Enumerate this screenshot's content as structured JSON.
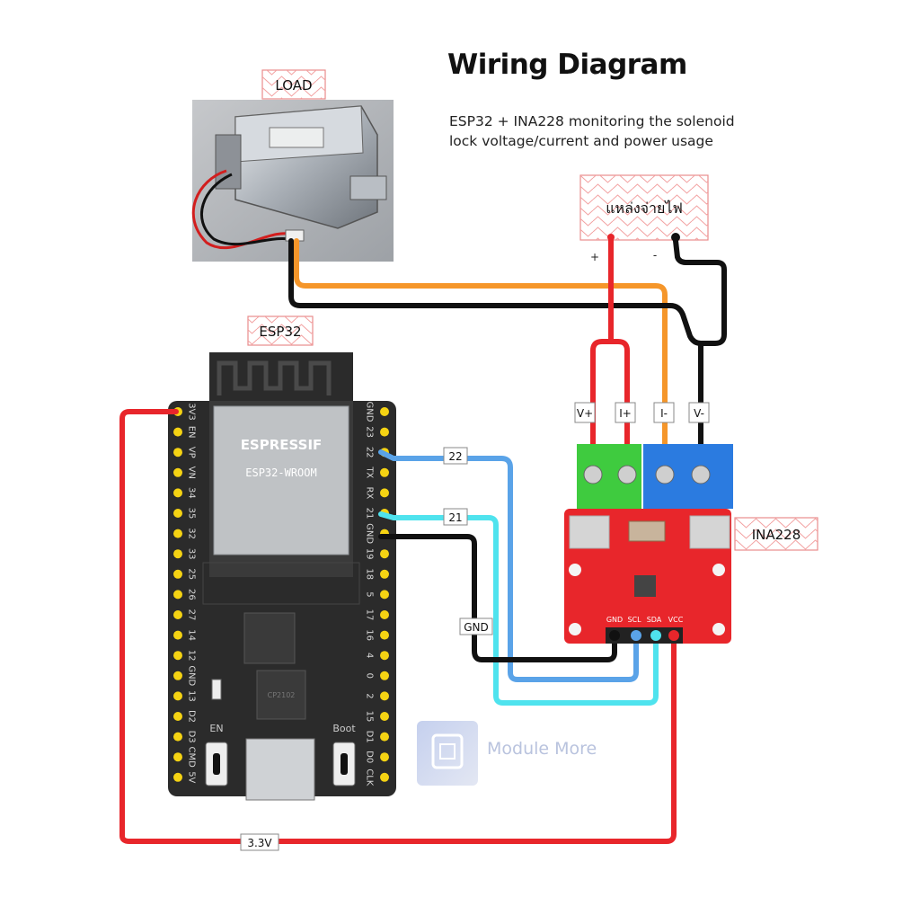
{
  "diagram": {
    "title": "Wiring Diagram",
    "subtitle_line1": "ESP32 + INA228 monitoring the solenoid",
    "subtitle_line2": "lock voltage/current and power usage",
    "labels": {
      "load": "LOAD",
      "esp32": "ESP32",
      "ina228": "INA228",
      "power_supply": "แหล่งจ่ายไฟ",
      "plus": "+",
      "minus": "-",
      "v_plus": "V+",
      "i_plus": "I+",
      "i_minus": "I-",
      "v_minus": "V-",
      "wire_22": "22",
      "wire_21": "21",
      "wire_gnd": "GND",
      "wire_3v3": "3.3V"
    },
    "esp32_board": {
      "brand": "ESPRESSIF",
      "module": "ESP32-WROOM",
      "chip": "CP2102",
      "button_en": "EN",
      "button_boot": "Boot",
      "left_pins": [
        "3V3",
        "EN",
        "VP",
        "VN",
        "34",
        "35",
        "32",
        "33",
        "25",
        "26",
        "27",
        "14",
        "12",
        "GND",
        "13",
        "D2",
        "D3",
        "CMD",
        "5V"
      ],
      "right_pins": [
        "GND",
        "23",
        "22",
        "TX",
        "RX",
        "21",
        "GND",
        "19",
        "18",
        "5",
        "17",
        "16",
        "4",
        "0",
        "2",
        "15",
        "D1",
        "D0",
        "CLK"
      ]
    },
    "ina228_board": {
      "pins": [
        "GND",
        "SCL",
        "SDA",
        "VCC"
      ]
    },
    "watermark": "Module More",
    "colors": {
      "red_wire": "#e8262b",
      "black_wire": "#111111",
      "orange_wire": "#f5962a",
      "blue_wire": "#5aa3e8",
      "cyan_wire": "#4fe3ee",
      "board_red": "#e8262b",
      "esp_board": "#2b2b2b"
    }
  }
}
